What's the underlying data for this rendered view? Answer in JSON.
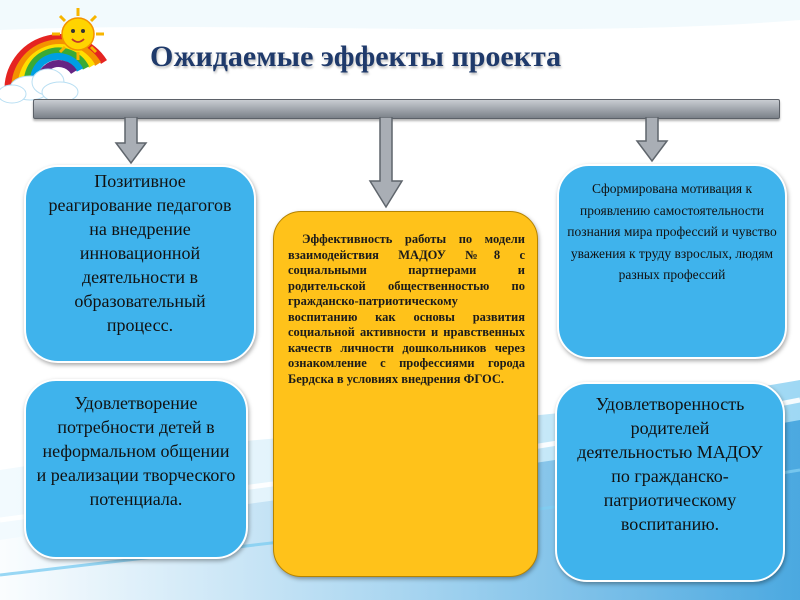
{
  "slide": {
    "title": "Ожидаемые эффекты проекта",
    "boxes": {
      "top_left": "Позитивное реагирование педагогов на внедрение инновационной деятельности в образовательный процесс.",
      "bottom_left": "Удовлетворение потребности детей в неформальном общении и реализации творческого потенциала.",
      "center": "Эффективность работы по модели взаимодействия МАДОУ №8 с социальными партнерами и родительской общественностью по гражданско-патриотическому воспитанию как основы развития социальной активности и нравственных качеств личности дошкольников через ознакомление с профессиями города Бердска в условиях внедрения ФГОС.",
      "top_right": "Сформирована мотивация к проявлению самостоятельности познания мира профессий и чувство уважения к труду взрослых, людям разных профессий",
      "bottom_right": "Удовлетворенность родителей деятельностью МАДОУ по гражданско-патриотическому воспитанию."
    },
    "colors": {
      "side_box": "#3fb3ec",
      "center_box": "#ffc21a",
      "title": "#1f3a6b",
      "connector": "#9aa0a7"
    },
    "decoration_icons": [
      "rainbow-sun-cloud-logo"
    ]
  }
}
